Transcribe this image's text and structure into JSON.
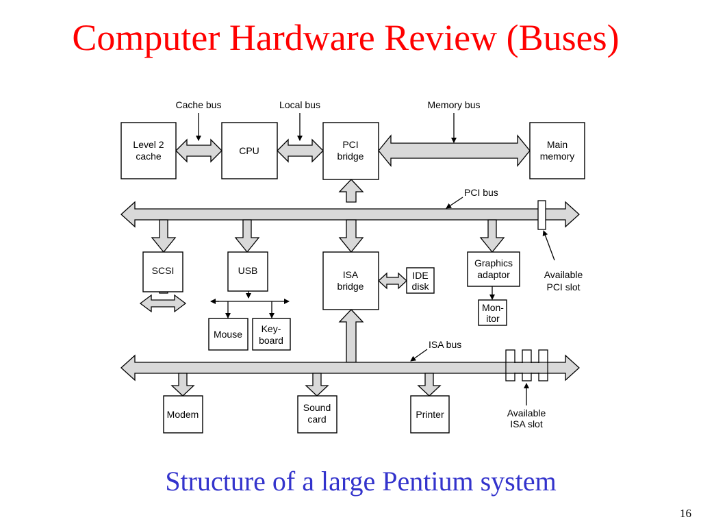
{
  "title": "Computer Hardware Review (Buses)",
  "caption": "Structure of a large Pentium system",
  "page_number": "16",
  "colors": {
    "title": "#ff0000",
    "caption": "#3333cc",
    "bus_fill": "#d9d9d9"
  },
  "diagram": {
    "bus_labels": {
      "cache_bus": "Cache bus",
      "local_bus": "Local bus",
      "memory_bus": "Memory bus",
      "pci_bus": "PCI bus",
      "isa_bus": "ISA bus"
    },
    "components": {
      "level2_cache": [
        "Level 2",
        "cache"
      ],
      "cpu": [
        "CPU"
      ],
      "pci_bridge": [
        "PCI",
        "bridge"
      ],
      "main_memory": [
        "Main",
        "memory"
      ],
      "scsi": [
        "SCSI"
      ],
      "usb": [
        "USB"
      ],
      "isa_bridge": [
        "ISA",
        "bridge"
      ],
      "ide_disk": [
        "IDE",
        "disk"
      ],
      "graphics_adaptor": [
        "Graphics",
        "adaptor"
      ],
      "monitor": [
        "Mon-",
        "itor"
      ],
      "mouse": [
        "Mouse"
      ],
      "keyboard": [
        "Key-",
        "board"
      ],
      "modem": [
        "Modem"
      ],
      "sound_card": [
        "Sound",
        "card"
      ],
      "printer": [
        "Printer"
      ]
    },
    "annotations": {
      "available_pci_slot": [
        "Available",
        "PCI slot"
      ],
      "available_isa_slot": [
        "Available",
        "ISA slot"
      ]
    }
  }
}
